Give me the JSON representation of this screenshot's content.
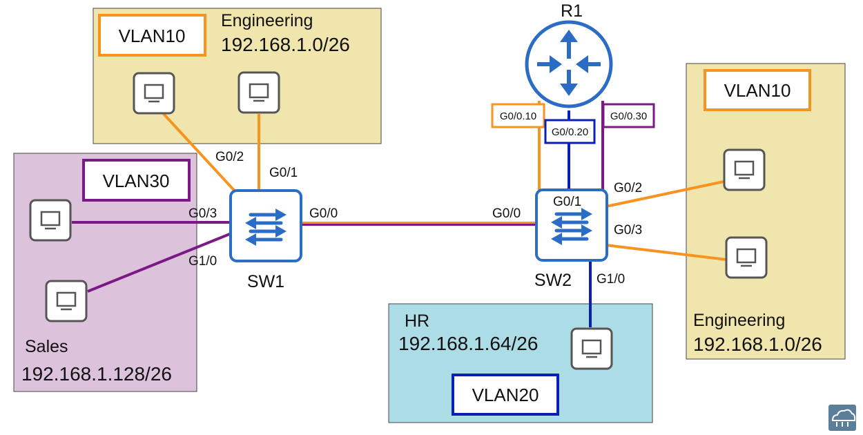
{
  "colors": {
    "vlan10": "#f7931e",
    "vlan20": "#0a1fb4",
    "vlan30": "#7b1a86",
    "device_blue": "#2b6cc4",
    "engineering_zone": "#f0e6ad",
    "sales_zone": "#dcc3db",
    "hr_zone": "#acdce6"
  },
  "zones": {
    "eng_left": {
      "name": "Engineering",
      "subnet": "192.168.1.0/26",
      "vlan": "VLAN10"
    },
    "sales": {
      "name": "Sales",
      "subnet": "192.168.1.128/26",
      "vlan": "VLAN30"
    },
    "hr": {
      "name": "HR",
      "subnet": "192.168.1.64/26",
      "vlan": "VLAN20"
    },
    "eng_right": {
      "name": "Engineering",
      "subnet": "192.168.1.0/26",
      "vlan": "VLAN10"
    }
  },
  "devices": {
    "router": "R1",
    "sw1": "SW1",
    "sw2": "SW2"
  },
  "subinterfaces": {
    "vlan10": "G0/0.10",
    "vlan20": "G0/0.20",
    "vlan30": "G0/0.30"
  },
  "ports": {
    "sw1_g0_2": "G0/2",
    "sw1_g0_1": "G0/1",
    "sw1_g0_3": "G0/3",
    "sw1_g1_0": "G1/0",
    "sw1_g0_0": "G0/0",
    "sw2_g0_0": "G0/0",
    "sw2_g0_1": "G0/1",
    "sw2_g0_2": "G0/2",
    "sw2_g0_3": "G0/3",
    "sw2_g1_0": "G1/0"
  },
  "icons": {
    "pc": "pc-icon",
    "switch": "switch-icon",
    "router": "router-icon",
    "logo": "cloud-logo-icon"
  }
}
